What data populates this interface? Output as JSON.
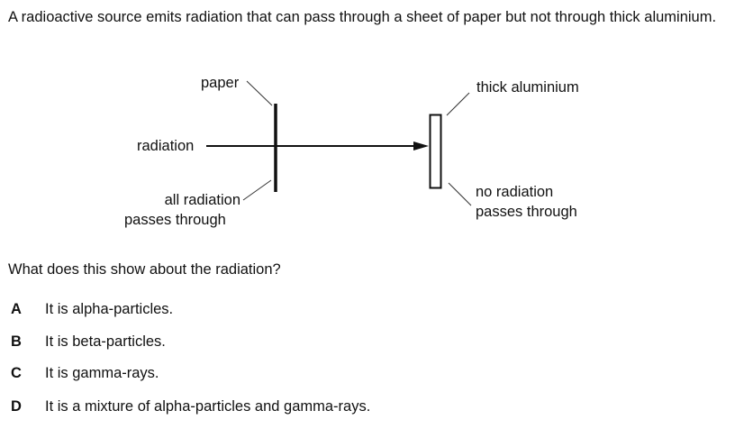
{
  "question": {
    "stem": "A radioactive source emits radiation that can pass through a sheet of paper but not through thick aluminium.",
    "diagram": {
      "paper_label": "paper",
      "radiation_label": "radiation",
      "all_passes_label_line1": "all radiation",
      "all_passes_label_line2": "passes through",
      "aluminium_label": "thick aluminium",
      "none_passes_label_line1": "no radiation",
      "none_passes_label_line2": "passes through"
    },
    "prompt": "What does this show about the radiation?",
    "options": [
      {
        "letter": "A",
        "text": "It is alpha-particles."
      },
      {
        "letter": "B",
        "text": "It is beta-particles."
      },
      {
        "letter": "C",
        "text": "It is gamma-rays."
      },
      {
        "letter": "D",
        "text": "It is a mixture of alpha-particles and gamma-rays."
      }
    ]
  }
}
